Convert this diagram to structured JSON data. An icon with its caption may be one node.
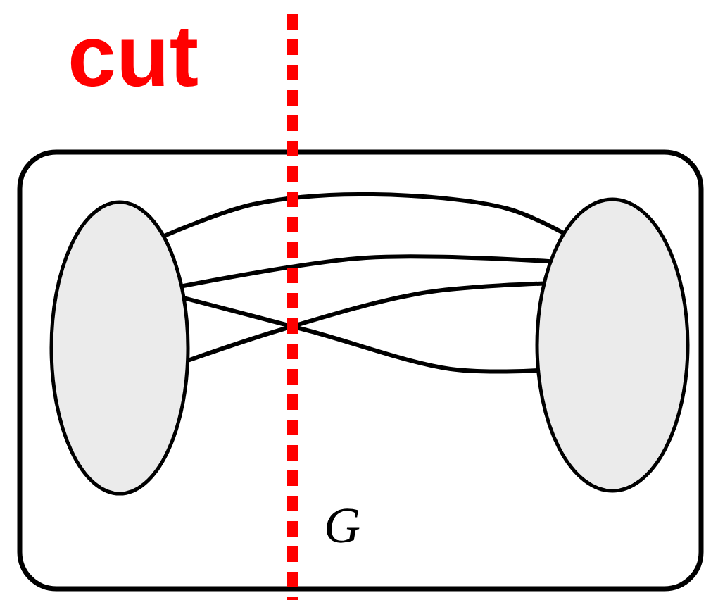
{
  "diagram": {
    "nodes": [
      {
        "text": [
          "G"
        ]
      },
      {
        "text": [],
        "shape": "ellipse",
        "in": 0
      },
      {
        "text": [],
        "shape": "ellipse",
        "in": 0
      }
    ],
    "edges": [
      {
        "from": 1,
        "to": 2,
        "arrow": "none"
      },
      {
        "from": 1,
        "to": 2,
        "arrow": "none"
      },
      {
        "from": 1,
        "to": 2,
        "arrow": "none"
      },
      {
        "from": 1,
        "to": 2,
        "arrow": "none"
      }
    ],
    "labels": [
      "cut"
    ]
  }
}
